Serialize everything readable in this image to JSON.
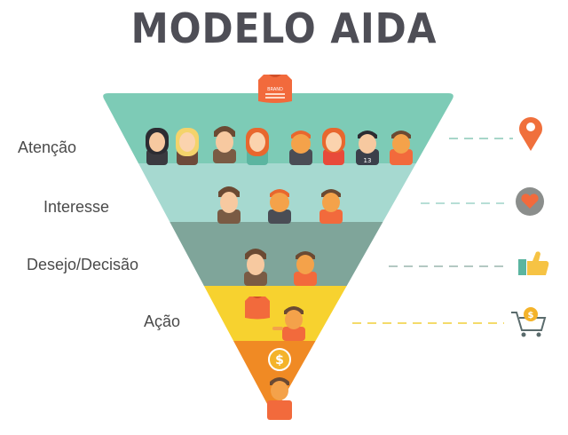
{
  "title": "MODELO AIDA",
  "stages": [
    {
      "label": "Atenção",
      "color": "#7dcbb6",
      "icon": "location-pin-icon",
      "people": 8
    },
    {
      "label": "Interesse",
      "color": "#a6d9d0",
      "icon": "heart-icon",
      "people": 3
    },
    {
      "label": "Desejo/Decisão",
      "color": "#7fa59a",
      "icon": "thumbs-up-icon",
      "people": 2
    },
    {
      "label": "Ação",
      "color": "#f7d22f",
      "icon": "shopping-cart-icon",
      "people": 1
    }
  ],
  "funnel_tip": {
    "color": "#f08a24",
    "icon": "dollar-coin-icon"
  },
  "brand_shirt_text": "BRAND",
  "icon_colors": {
    "pin": "#f0703c",
    "heart_bg": "#8b8e8c",
    "heart": "#f26a3c",
    "thumb": "#f6c344",
    "cart": "#5a6b6c",
    "coin": "#f4b32a"
  },
  "dash_colors": [
    "#8ac9b7",
    "#9fd3c9",
    "#9ab6ad",
    "#f1cf3a"
  ]
}
